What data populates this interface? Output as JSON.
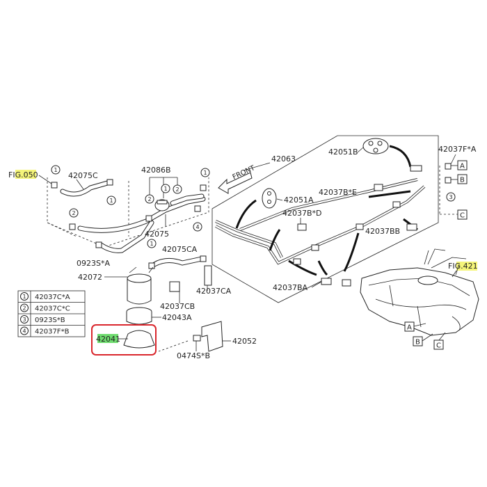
{
  "refs": {
    "fig050": "FIG.050",
    "fig421": "FIG.421",
    "highlight_color": "#f5f57a",
    "green_highlight": "#6fdc6f",
    "focus_box_color": "#d9262c"
  },
  "parts": {
    "p42075C": "42075C",
    "p42086B": "42086B",
    "p42075": "42075",
    "p42075CA": "42075CA",
    "p0923SA": "0923S*A",
    "p42072": "42072",
    "p42037CA": "42037CA",
    "p42037CB": "42037CB",
    "p42043A": "42043A",
    "p42041": "42041",
    "p42052": "42052",
    "p0474SB": "0474S*B",
    "p42063": "42063",
    "p42051B": "42051B",
    "p42037FA": "42037F*A",
    "p42051A": "42051A",
    "p42037BE": "42037B*E",
    "p42037BD": "42037B*D",
    "p42037BB": "42037BB",
    "p42037BA": "42037BA"
  },
  "front_label": "FRONT",
  "letters": {
    "a": "A",
    "b": "B",
    "c": "C"
  },
  "circles": {
    "n1": "1",
    "n2": "2",
    "n3": "3",
    "n4": "4"
  },
  "legend": [
    {
      "num": "1",
      "part": "42037C*A"
    },
    {
      "num": "2",
      "part": "42037C*C"
    },
    {
      "num": "3",
      "part": "0923S*B"
    },
    {
      "num": "4",
      "part": "42037F*B"
    }
  ]
}
